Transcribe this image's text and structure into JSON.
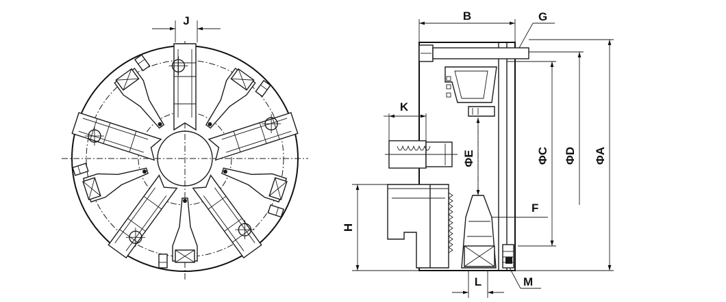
{
  "labels": {
    "A": "ΦA",
    "B": "B",
    "C": "ΦC",
    "D": "ΦD",
    "E": "ΦE",
    "F": "F",
    "G": "G",
    "H": "H",
    "J": "J",
    "K": "K",
    "L": "L",
    "M": "M"
  },
  "colors": {
    "line": "#1a1a1a",
    "background": "#ffffff"
  },
  "views": [
    "front-view",
    "side-section-view"
  ],
  "jaw_count": 5
}
